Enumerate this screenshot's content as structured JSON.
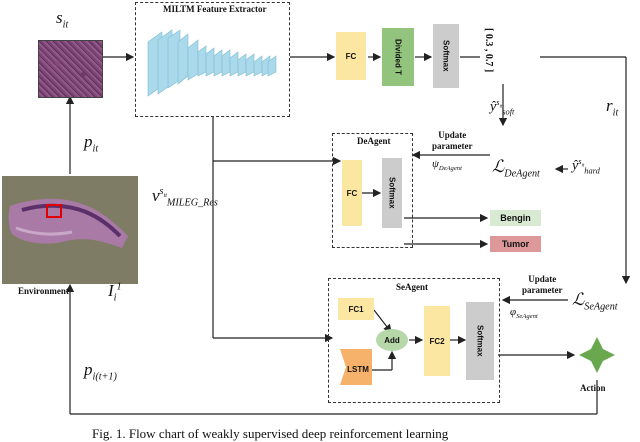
{
  "labels": {
    "s_it": "s",
    "s_it_sub": "it",
    "p_it": "p",
    "p_it_sub": "it",
    "environment": "Environment",
    "env_var": "I",
    "env_var_sub": "i",
    "env_var_sup": "1",
    "p_next": "p",
    "p_next_sub": "i(t+1)",
    "v_label": "v",
    "v_sup": "s",
    "v_sup_sub": "it",
    "v_sub": "MILEG_Res",
    "y_soft": "ŷ",
    "y_soft_sup": "s",
    "y_soft_sup_sub": "it",
    "y_soft_sub": "soft",
    "r_it": "r",
    "r_it_sub": "it",
    "update_param_1": "Update\nparameter",
    "psi": "ψ",
    "psi_sub": "DeAgent",
    "L_de": "ℒ",
    "L_de_sub": "DeAgent",
    "y_hard": "ŷ",
    "y_hard_sup": "s",
    "y_hard_sup_sub": "it",
    "y_hard_sub": "hard",
    "update_param_2": "Update\nparameter",
    "varphi": "φ",
    "varphi_sub": "SeAgent",
    "L_se": "ℒ",
    "L_se_sub": "SeAgent",
    "output_vec": "[ 0.3 , 0.7 ]",
    "action": "Action",
    "caption": "Fig. 1. Flow chart of weakly supervised deep reinforcement learning"
  },
  "feature_extractor": {
    "title": "MILTM  Feature Extractor"
  },
  "top_row": {
    "fc": "FC",
    "divided": "Divided T",
    "softmax": "Softmax"
  },
  "deagent": {
    "title": "DeAgent",
    "fc": "FC",
    "softmax": "Softmax",
    "class_1": "Bengin",
    "class_2": "Tumor"
  },
  "seagent": {
    "title": "SeAgent",
    "fc1": "FC1",
    "lstm": "LSTM",
    "add": "Add",
    "fc2": "FC2",
    "softmax": "Softmax"
  },
  "colors": {
    "fc": "#fbe7a1",
    "divided": "#93c47d",
    "softmax": "#cccccc",
    "bengin": "#d9ead3",
    "tumor": "#dd9999",
    "lstm": "#f6b26b",
    "add": "#b6d7a8",
    "cnn": "#a9d9ea",
    "arrow_green": "#6aa84f"
  }
}
